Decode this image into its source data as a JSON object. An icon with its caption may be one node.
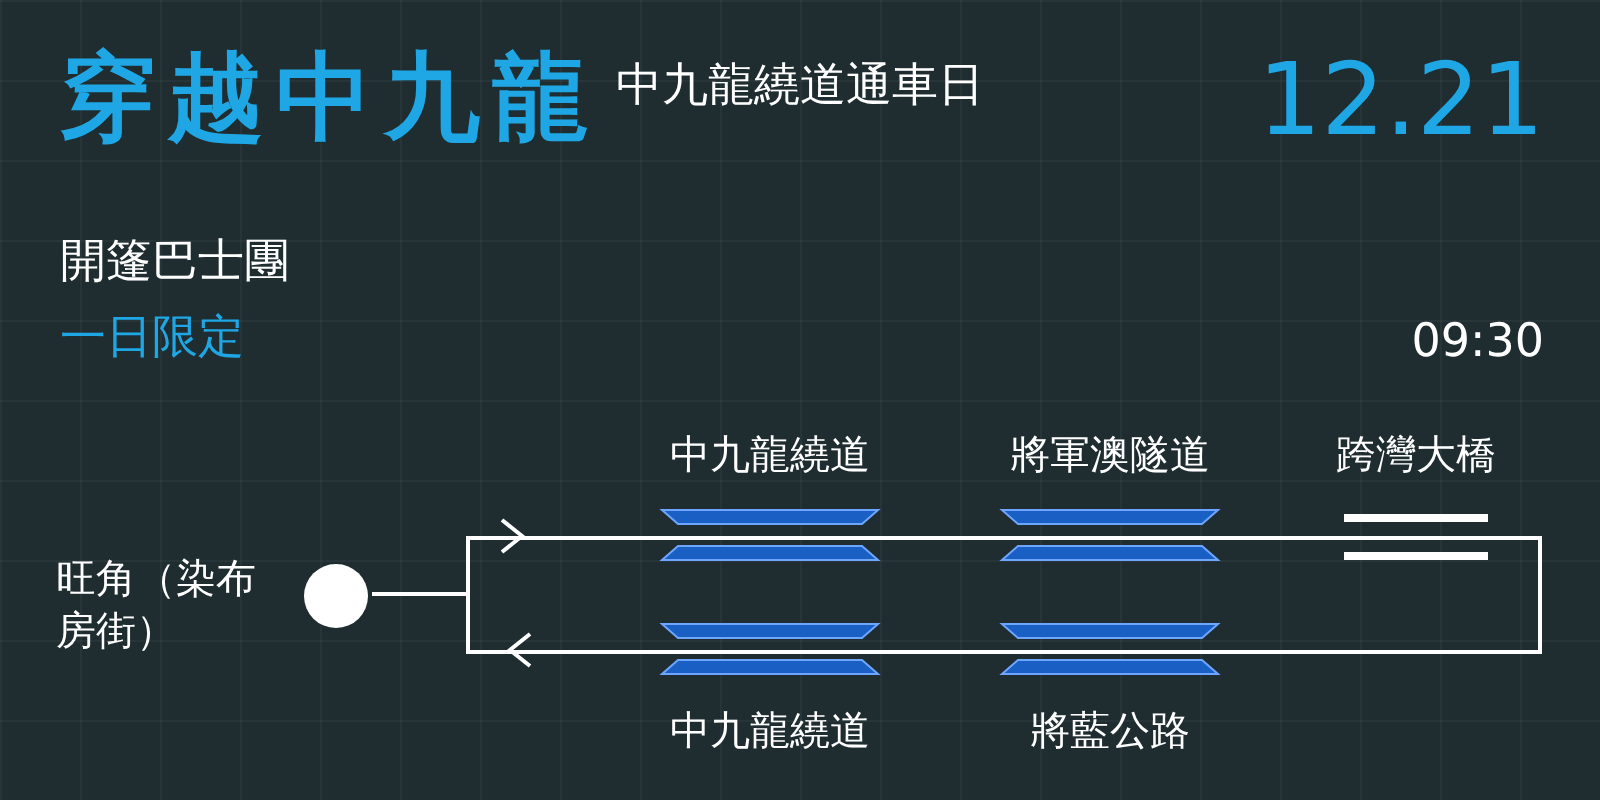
{
  "diagram": {
    "title": "穿越中九龍",
    "nodes": [
      {
        "text": [
          "旺角（染布房街）"
        ]
      },
      {
        "text": [],
        "shape": "box"
      }
    ],
    "edges": [
      {
        "from": 0,
        "to": 1,
        "arrow": "none"
      }
    ],
    "labels": [
      "中九龍繞道通車日",
      "12.21",
      "開篷巴士團",
      "一日限定",
      "09:30",
      "中九龍繞道",
      "將軍澳隧道",
      "跨灣大橋",
      "中九龍繞道",
      "將藍公路"
    ]
  }
}
